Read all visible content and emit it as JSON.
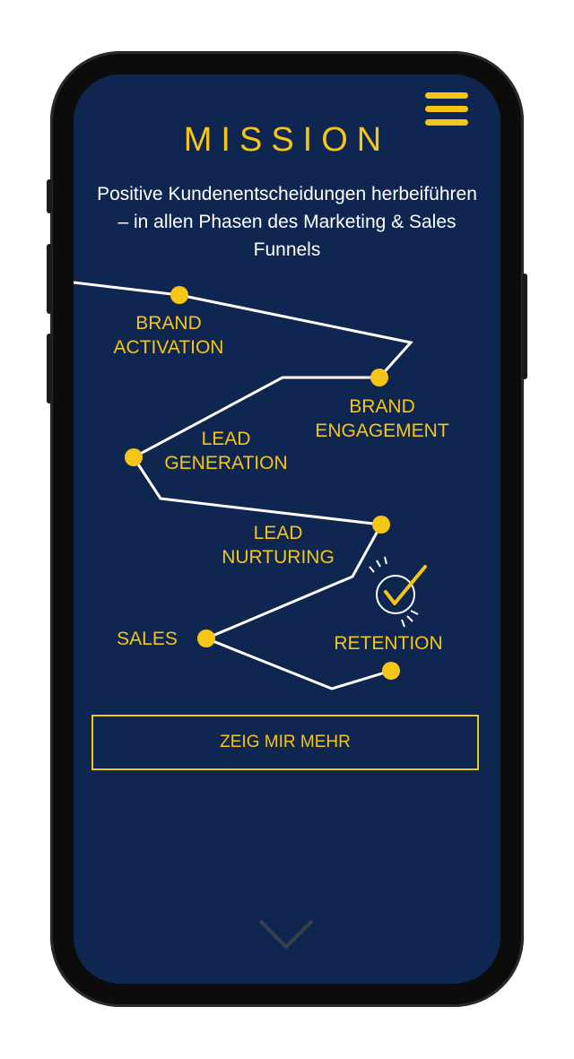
{
  "header": {
    "title": "MISSION",
    "subtitle": "Positive Kundenentscheidungen herbeiführen – in allen Phasen des Marketing & Sales Funnels"
  },
  "funnel": {
    "stages": [
      {
        "label": "BRAND\nACTIVATION"
      },
      {
        "label": "BRAND\nENGAGEMENT"
      },
      {
        "label": "LEAD\nGENERATION"
      },
      {
        "label": "LEAD\nNURTURING"
      },
      {
        "label": "SALES"
      },
      {
        "label": "RETENTION"
      }
    ]
  },
  "cta": {
    "label": "ZEIG MIR MEHR"
  },
  "colors": {
    "background": "#0f2650",
    "accent": "#f5c518",
    "line": "#ffffff",
    "phone": "#0c0c0c"
  },
  "icons": {
    "menu": "hamburger-icon",
    "check": "check-circle-icon",
    "scroll": "chevron-down-icon"
  }
}
